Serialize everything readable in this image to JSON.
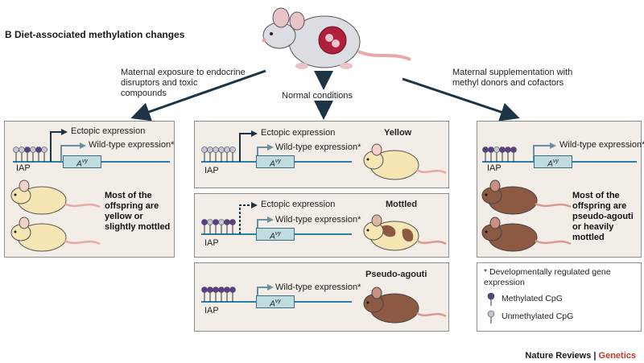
{
  "section_title": "B  Diet-associated methylation changes",
  "captions": {
    "left": "Maternal exposure to endocrine disruptors and toxic compounds",
    "middle": "Normal conditions",
    "right": "Maternal supplementation with methyl donors and cofactors"
  },
  "labels": {
    "ectopic": "Ectopic expression",
    "wildtype": "Wild-type expression*",
    "iap": "IAP",
    "gene_base": "A",
    "gene_sup": "vy"
  },
  "phenotypes": {
    "yellow": "Yellow",
    "mottled": "Mottled",
    "pseudo": "Pseudo-agouti"
  },
  "outcomes": {
    "left": "Most of the offspring are yellow or slightly mottled",
    "right": "Most of the offspring are pseudo-agouti or heavily mottled"
  },
  "legend": {
    "asterisk": "* Developmentally regulated gene expression",
    "methylated": "Methylated CpG",
    "unmethylated": "Unmethylated CpG"
  },
  "footer": {
    "journal": "Nature Reviews",
    "separator": " | ",
    "section": "Genetics"
  },
  "colors": {
    "methylated": "#5a3e8c",
    "unmethylated": "#c7c4d8",
    "yellow_mouse": "#f6e6b4",
    "brown_mouse": "#8c5a43",
    "genetics_red": "#c0392b"
  }
}
